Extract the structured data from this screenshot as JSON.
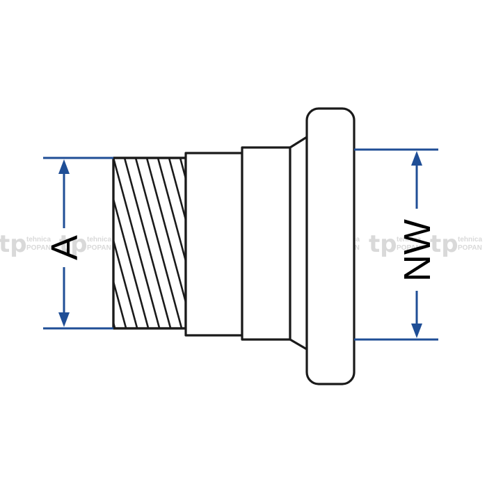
{
  "labels": {
    "a": "A",
    "nw": "NW"
  },
  "watermark": {
    "mark": "tp",
    "line1": "tehnica",
    "line2": "POPAN"
  },
  "colors": {
    "outline": "#1a1a1a",
    "dimension": "#1f4e96",
    "watermark": "#d9d9d9",
    "background": "#ffffff"
  }
}
